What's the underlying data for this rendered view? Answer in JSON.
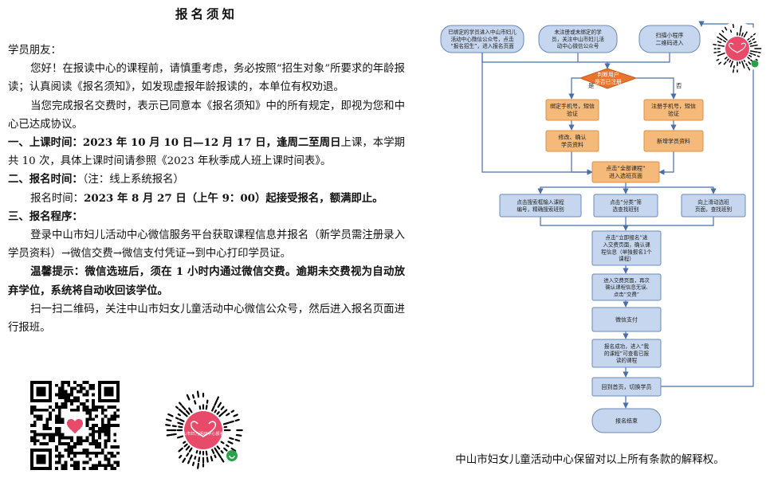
{
  "title": "报名须知",
  "greeting": "学员朋友：",
  "para1": "您好！在报读中心的课程前，请慎重考虑，务必按照“招生对象”所要求的年龄报读；认真阅读《报名须知》，如发现虚报年龄报读的，本单位有权劝退。",
  "para2": "当您完成报名交费时，表示已同意本《报名须知》中的所有规定，即视为您和中心已达成协议。",
  "section1": {
    "heading": "一、上课时间：",
    "bold_text": "2023 年 10 月 10 日—12 月 17 日，逢周二至周日",
    "text": "上课，本学期共 10 次，具体上课时间请参照《2023 年秋季成人班上课时间表》。"
  },
  "section2": {
    "heading": "二、报名时间：",
    "note": "（注：线上系统报名）",
    "line_prefix": "报名时间：",
    "line_bold": "2023 年 8 月 27 日（上午 9：00）起接受报名，额满即止。"
  },
  "section3": {
    "heading": "三、报名程序：",
    "text": "登录中山市妇儿活动中心微信服务平台获取课程信息并报名（新学员需注册录入学员资料）→微信交费→微信支付凭证→到中心打印学员证。"
  },
  "tip": "温馨提示：微信选班后，须在 1 小时内通过微信交费。逾期未交费视为自动放弃学位，系统将自动收回该学位。",
  "scan_text": "扫一扫二维码，关注中山市妇女儿童活动中心微信公众号，然后进入报名页面进行报班。",
  "qr_logo_text": "中山市妇儿活动中心报名处",
  "footer": "中山市妇女儿童活动中心保留对以上所有条款的解释权。",
  "flow": {
    "start1": [
      "已绑定的学员进入中山市妇儿",
      "活动中心微信公众号，点击",
      "“报名招生”，进入报名页面"
    ],
    "start2": [
      "未注册或未绑定的学",
      "员，关注中山市妇儿活",
      "动中心微信公众号"
    ],
    "start3": [
      "扫描小程序",
      "二维码进入"
    ],
    "decision": [
      "判断用户",
      "是否已注册"
    ],
    "yes": "是",
    "no": "否",
    "bind": [
      "绑定手机号，短信",
      "验证"
    ],
    "register": [
      "注册手机号，短信",
      "验证"
    ],
    "modify": [
      "修改、确认",
      "学员资料"
    ],
    "add": [
      "新增学员资料"
    ],
    "all_courses": [
      "点击“全部课程”",
      "进入选班页面"
    ],
    "search": [
      "点击搜索框输入课程",
      "编号，精确搜索班别"
    ],
    "category": [
      "点击“分类”筛",
      "选查找班别"
    ],
    "scroll": [
      "向上滑动选班",
      "页面，查找班别"
    ],
    "enroll": [
      "点击“立即报名”进",
      "入交费页面，确认课",
      "程信息（单独报名1个",
      "课程）"
    ],
    "pay_page": [
      "进入交费页面，再次",
      "确认课程信息无误,",
      "点击“交费”"
    ],
    "wechat_pay": [
      "微信支付"
    ],
    "success": [
      "报名成功，进入“我",
      "的课程”可查看已报",
      "读的课程"
    ],
    "back": [
      "回到首页，切换学员"
    ],
    "end": [
      "报名结束"
    ]
  },
  "colors": {
    "blue_fill": "#c5d6ee",
    "blue_stroke": "#6a89b8",
    "orange_fill": "#f5b979",
    "orange_stroke": "#d9914a",
    "decision_fill": "#e9742d",
    "line": "#4a6fa8",
    "logo_pink": "#e84a6a",
    "logo_green": "#2aa14a"
  }
}
